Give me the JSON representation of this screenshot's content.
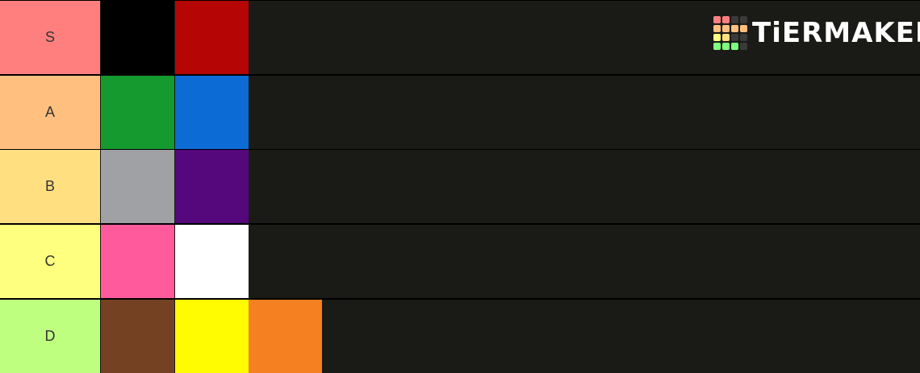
{
  "rows": [
    {
      "label": "S",
      "color": "#ff7f7f",
      "items": [
        "#000000",
        "#b50505"
      ]
    },
    {
      "label": "A",
      "color": "#ffbf7f",
      "items": [
        "#149a2e",
        "#0d6bd6"
      ]
    },
    {
      "label": "B",
      "color": "#ffdf7f",
      "items": [
        "#9fa1a4",
        "#55087c"
      ]
    },
    {
      "label": "C",
      "color": "#ffff7f",
      "items": [
        "#ff5b9c",
        "#ffffff"
      ]
    },
    {
      "label": "D",
      "color": "#bfff7f",
      "items": [
        "#754123",
        "#fffb00",
        "#f48021"
      ]
    }
  ],
  "logo": {
    "text": "TiERMAKER",
    "grid_colors": [
      "#ff7f7f",
      "#ff7f7f",
      "#3a3a3a",
      "#3a3a3a",
      "#ffbf7f",
      "#ffbf7f",
      "#ffbf7f",
      "#ffbf7f",
      "#ffff7f",
      "#ffdf7f",
      "#3a3a3a",
      "#3a3a3a",
      "#7fff7f",
      "#7fff7f",
      "#7fff7f",
      "#3a3a3a"
    ]
  }
}
